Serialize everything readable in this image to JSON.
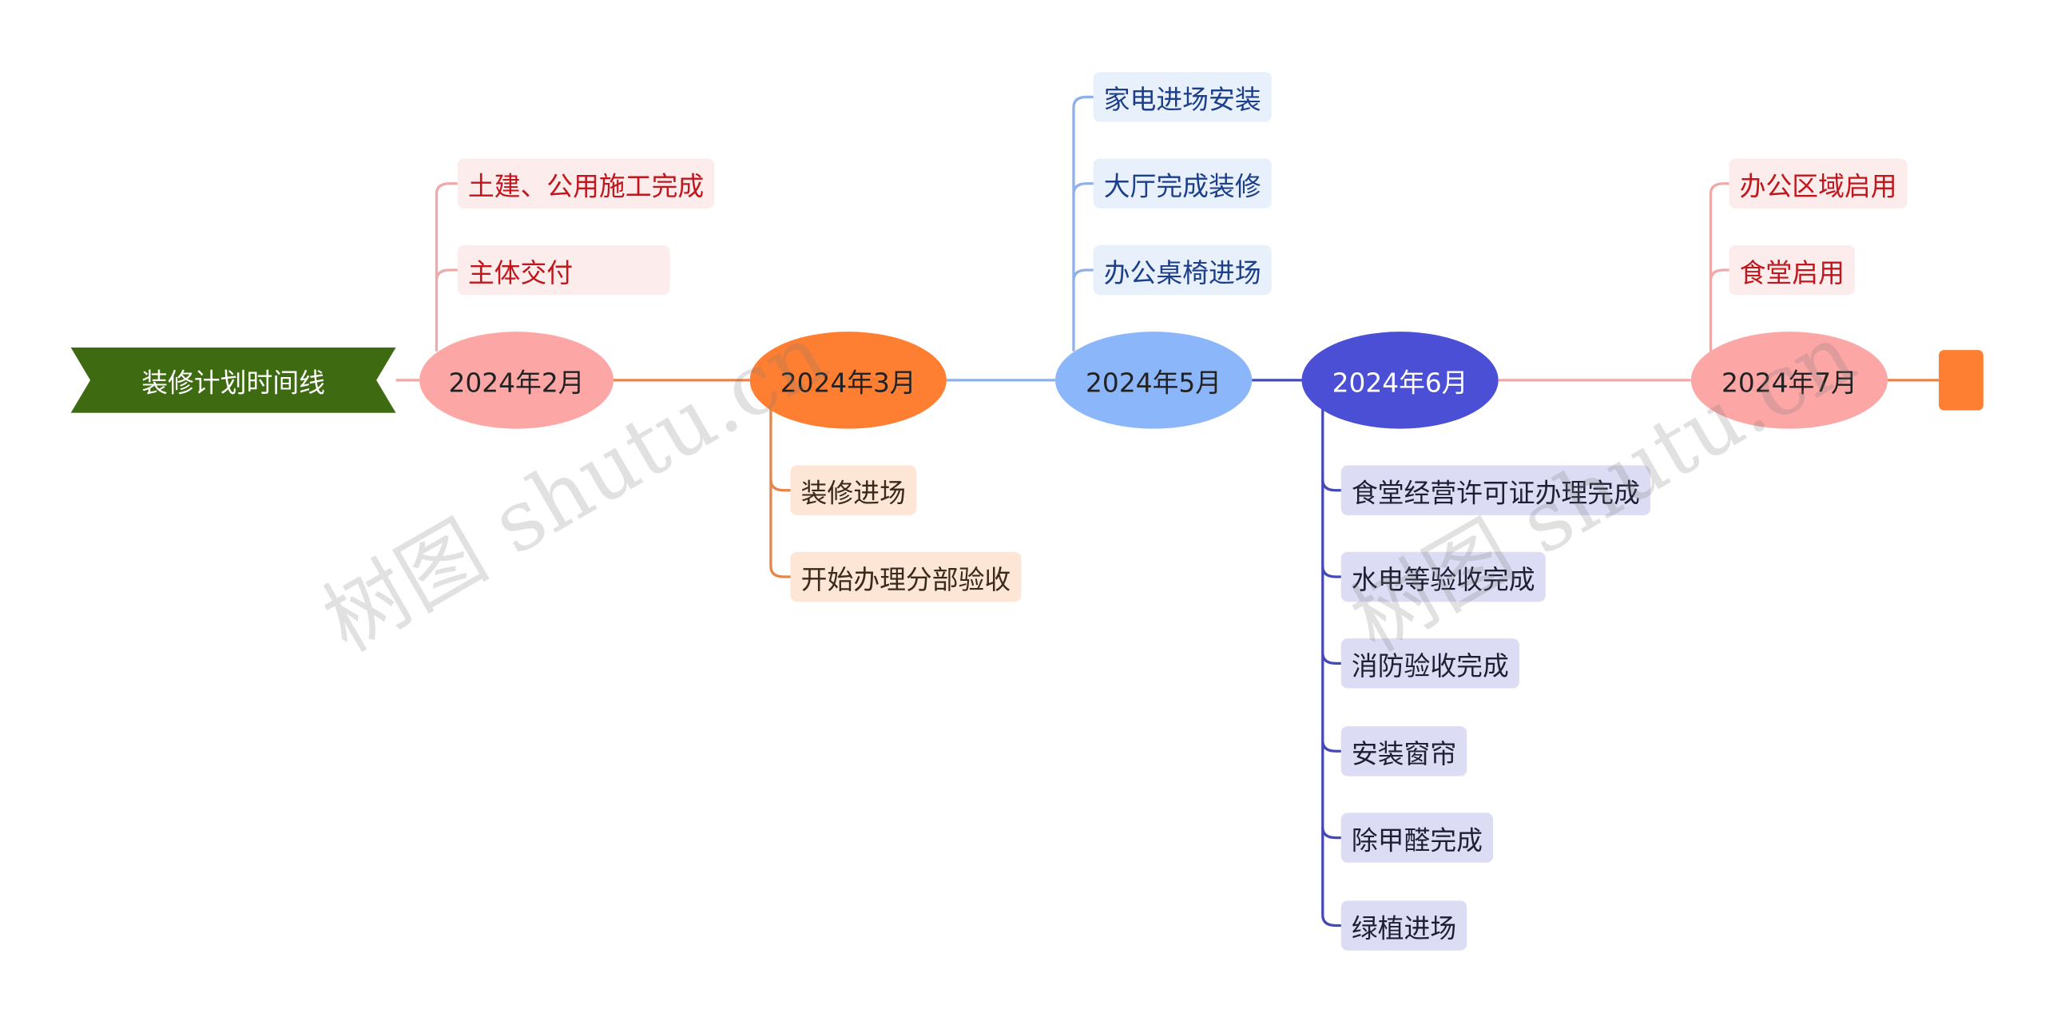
{
  "root": {
    "label": "装修计划时间线"
  },
  "milestones": [
    {
      "label": "2024年2月",
      "color": "#fca6a6",
      "line": "#f0a9a9",
      "items": [
        "土建、公用施工完成",
        "主体交付"
      ]
    },
    {
      "label": "2024年3月",
      "color": "#ff7f32",
      "line": "#e58548",
      "items": [
        "装修进场",
        "开始办理分部验收"
      ]
    },
    {
      "label": "2024年5月",
      "color": "#8cb6fa",
      "line": "#8fb0e8",
      "items": [
        "家电进场安装",
        "大厅完成装修",
        "办公桌椅进场"
      ]
    },
    {
      "label": "2024年6月",
      "color": "#4a4fd6",
      "line": "#4449b8",
      "items": [
        "食堂经营许可证办理完成",
        "水电等验收完成",
        "消防验收完成",
        "安装窗帘",
        "除甲醛完成",
        "绿植进场"
      ]
    },
    {
      "label": "2024年7月",
      "color": "#fca6a6",
      "line": "#f0a9a9",
      "items": [
        "办公区域启用",
        "食堂启用"
      ]
    }
  ],
  "watermark": "树图 shutu.cn"
}
